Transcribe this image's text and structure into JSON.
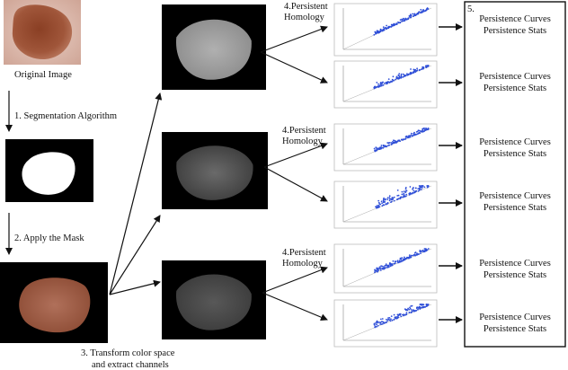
{
  "labels": {
    "original_image": "Original Image",
    "step1": "1. Segmentation Algorithm",
    "step2": "2. Apply the Mask",
    "step3_line1": "3. Transform color space",
    "step3_line2": "and extract channels",
    "step4_line1": "4.Persistent",
    "step4_line2": "Homology",
    "step5": "5.",
    "curves": "Persistence Curves",
    "stats": "Persistence Stats"
  },
  "colors": {
    "background": "#ffffff",
    "black_panel": "#000000",
    "lesion_brown": "#a0563a",
    "skin": "#d9b3a6",
    "scatter_points": "#2f4fd8",
    "arrow": "#111111"
  },
  "channels": [
    {
      "name": "channel-1",
      "tone": "#b0b0b0"
    },
    {
      "name": "channel-2",
      "tone": "#6a6a6a"
    },
    {
      "name": "channel-3",
      "tone": "#585858"
    }
  ],
  "plots": [
    {
      "spread": 0.06,
      "seed": 3
    },
    {
      "spread": 0.1,
      "seed": 7
    },
    {
      "spread": 0.08,
      "seed": 11
    },
    {
      "spread": 0.18,
      "seed": 19
    },
    {
      "spread": 0.09,
      "seed": 23
    },
    {
      "spread": 0.14,
      "seed": 29
    }
  ]
}
